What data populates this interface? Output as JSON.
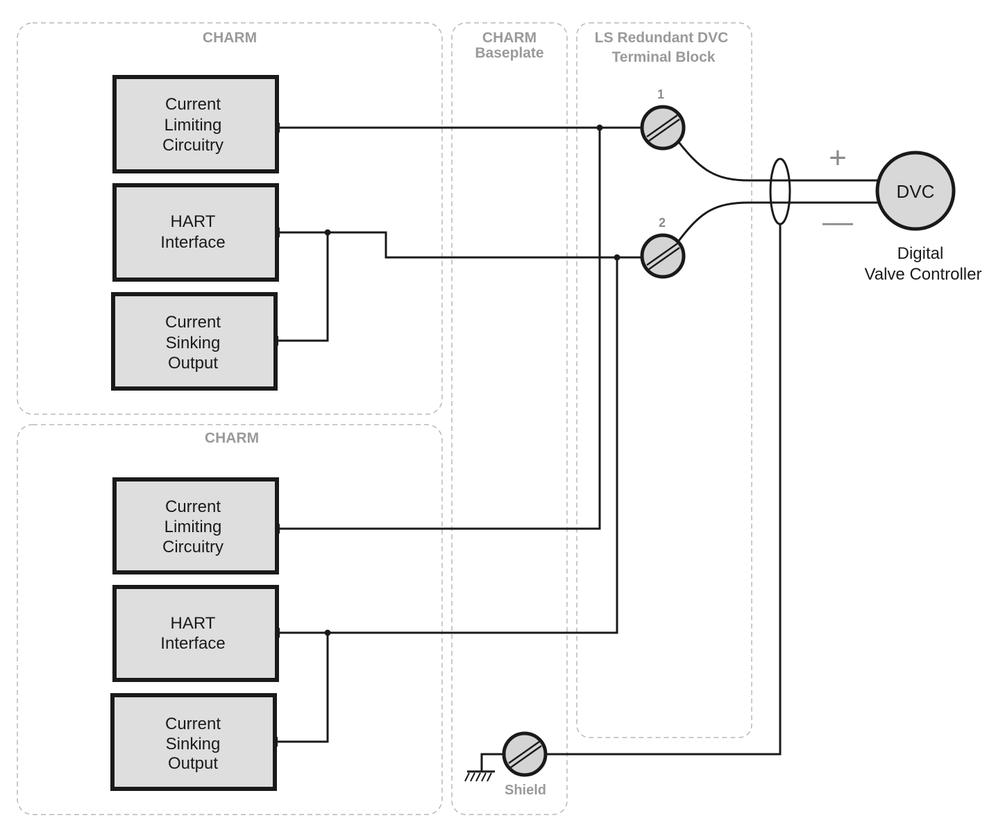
{
  "regions": {
    "charm_top": "CHARM",
    "charm_bottom": "CHARM",
    "baseplate": [
      "CHARM",
      "Baseplate"
    ],
    "terminal_block": [
      "LS Redundant DVC",
      "Terminal Block"
    ]
  },
  "charm_top_blocks": {
    "current_limiting": [
      "Current",
      "Limiting",
      "Circuitry"
    ],
    "hart_interface": [
      "HART",
      "Interface"
    ],
    "current_sinking": [
      "Current",
      "Sinking",
      "Output"
    ]
  },
  "charm_bottom_blocks": {
    "current_limiting": [
      "Current",
      "Limiting",
      "Circuitry"
    ],
    "hart_interface": [
      "HART",
      "Interface"
    ],
    "current_sinking": [
      "Current",
      "Sinking",
      "Output"
    ]
  },
  "terminals": {
    "t1": "1",
    "t2": "2",
    "shield": "Shield"
  },
  "device": {
    "label": "DVC",
    "caption": [
      "Digital",
      "Valve Controller"
    ],
    "plus": "+",
    "minus": "—"
  },
  "colors": {
    "block_fill": "#dedede",
    "region_border": "#b8b8b8",
    "wire": "#1a1a1a"
  }
}
